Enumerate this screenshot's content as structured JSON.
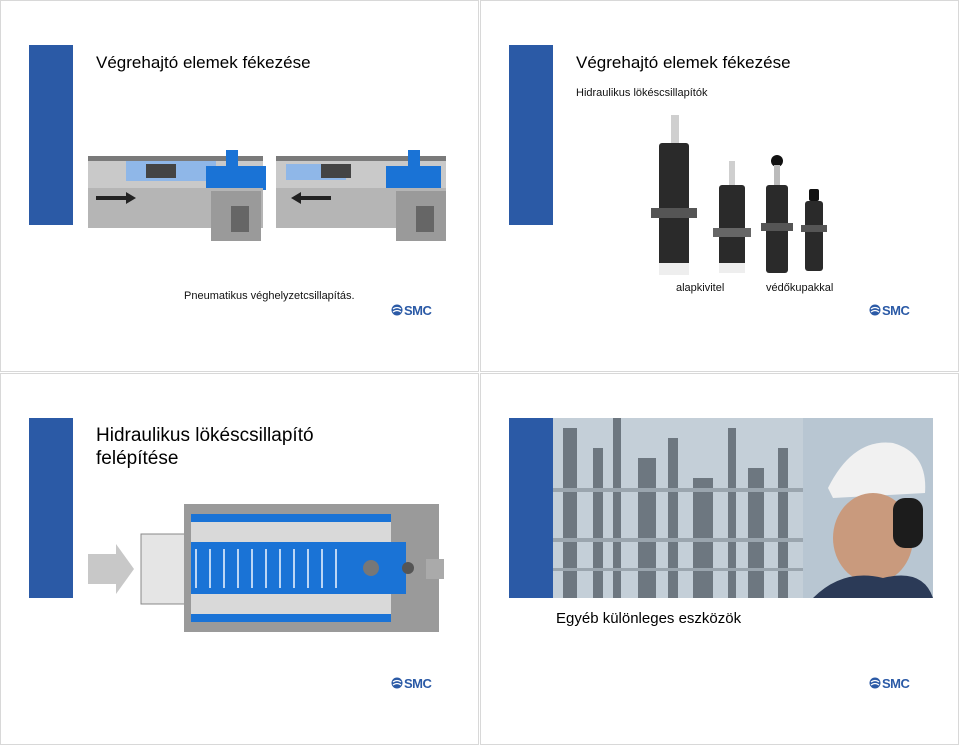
{
  "slides": [
    {
      "title": "Végrehajtó elemek fékezése",
      "caption": "Pneumatikus véghelyzetcsillapítás.",
      "logo": "SMC"
    },
    {
      "title": "Végrehajtó elemek fékezése",
      "subtitle": "Hidraulikus lökéscsillapítók",
      "captions": [
        "alapkivitel",
        "védőkupakkal"
      ],
      "logo": "SMC"
    },
    {
      "title_line1": "Hidraulikus lökéscsillapító",
      "title_line2": "felépítése",
      "logo": "SMC"
    },
    {
      "caption": "Egyéb különleges eszközök",
      "logo": "SMC"
    }
  ],
  "colors": {
    "accent": "#2b5aa6",
    "cylinder_blue": "#1a73d6",
    "metal": "#9a9a9a"
  }
}
